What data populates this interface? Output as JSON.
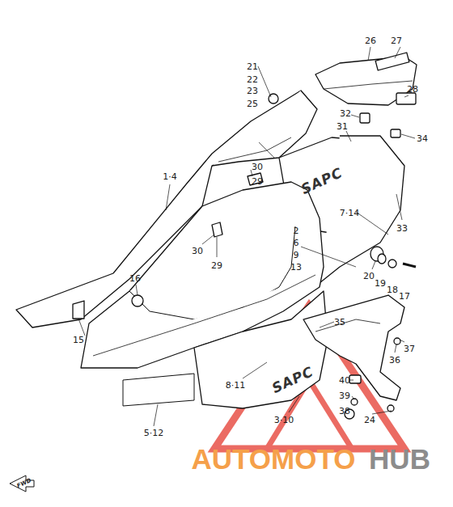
{
  "diagram": {
    "labels": [
      "21",
      "22",
      "23",
      "25",
      "26",
      "27",
      "28",
      "32",
      "31",
      "34",
      "1·4",
      "30",
      "29",
      "30",
      "29",
      "7·14",
      "33",
      "2",
      "6",
      "9",
      "13",
      "20",
      "19",
      "18",
      "17",
      "16",
      "15",
      "35",
      "36",
      "37",
      "40",
      "39",
      "38",
      "24",
      "8·11",
      "5·12",
      "3·10",
      "SAPC",
      "SAPC",
      "FWD",
      "AUTOMOTO",
      "HUB"
    ]
  }
}
